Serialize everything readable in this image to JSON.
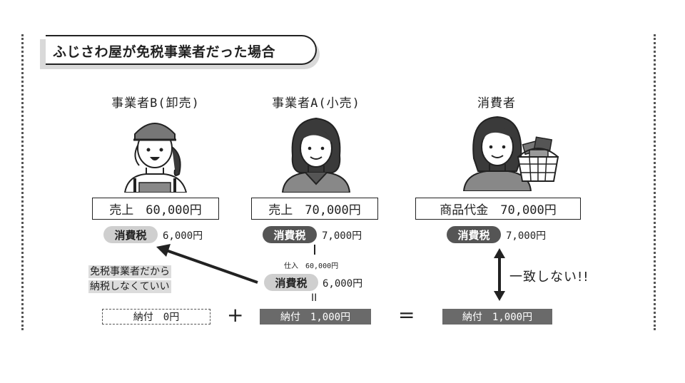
{
  "title": "ふじさわ屋が免税事業者だった場合",
  "roles": {
    "b": "事業者B(卸売)",
    "a": "事業者A(小売)",
    "consumer": "消費者"
  },
  "boxes": {
    "b": "売上　60,000円",
    "a": "売上　70,000円",
    "consumer": "商品代金　70,000円"
  },
  "tax_label": "消費税",
  "tax_amounts": {
    "b": "6,000円",
    "a": "7,000円",
    "consumer": "7,000円",
    "a_purchase": "6,000円"
  },
  "purchase_label": "仕入　60,000円",
  "exempt_note": [
    "免税事業者だから",
    "納税しなくていい"
  ],
  "payments": {
    "b": "納付　0円",
    "a": "納付　1,000円",
    "result": "納付　1,000円"
  },
  "operators": {
    "plus": "+",
    "equals": "=",
    "eq_sign": "II"
  },
  "mismatch": "一致しない!!",
  "colors": {
    "dark_pill": "#555555",
    "light_pill": "#cfcfcf",
    "pay_bar": "#6a6a6a"
  }
}
